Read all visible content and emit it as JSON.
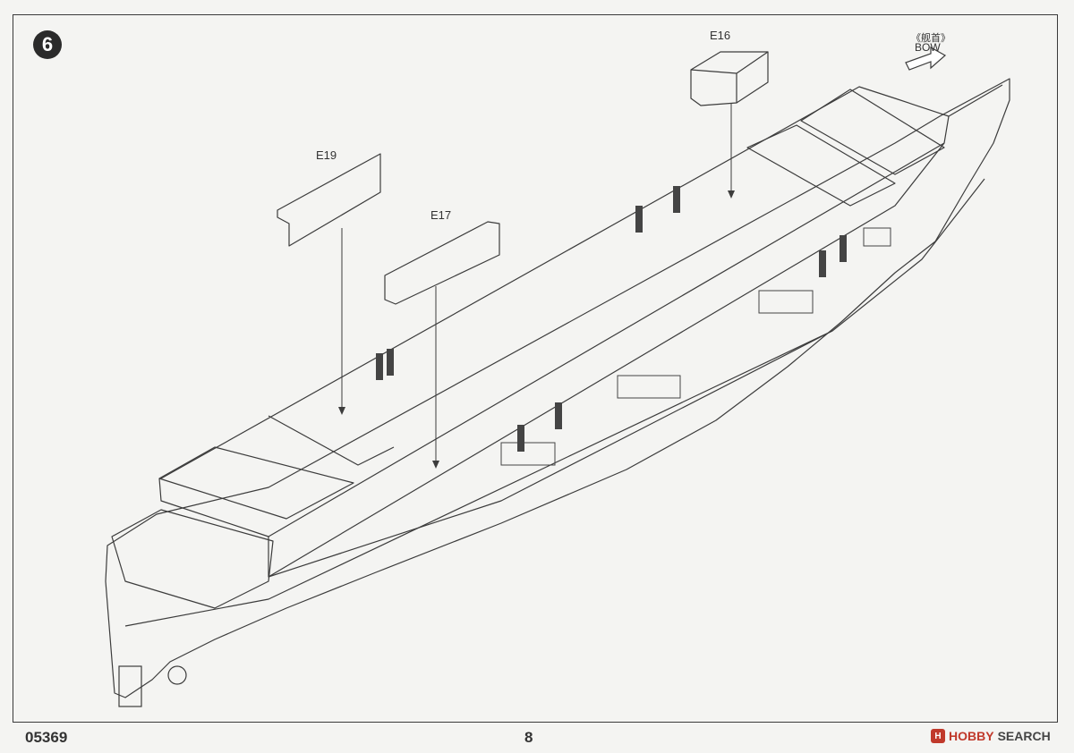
{
  "step": {
    "number": "6"
  },
  "parts": {
    "e16": "E16",
    "e19": "E19",
    "e17": "E17"
  },
  "direction": {
    "cn": "《舰首》",
    "en": "BOW"
  },
  "footer": {
    "code": "05369",
    "page": "8"
  },
  "watermark": {
    "mark": "H",
    "hobby": "HOBBY",
    "search": "SEARCH"
  }
}
